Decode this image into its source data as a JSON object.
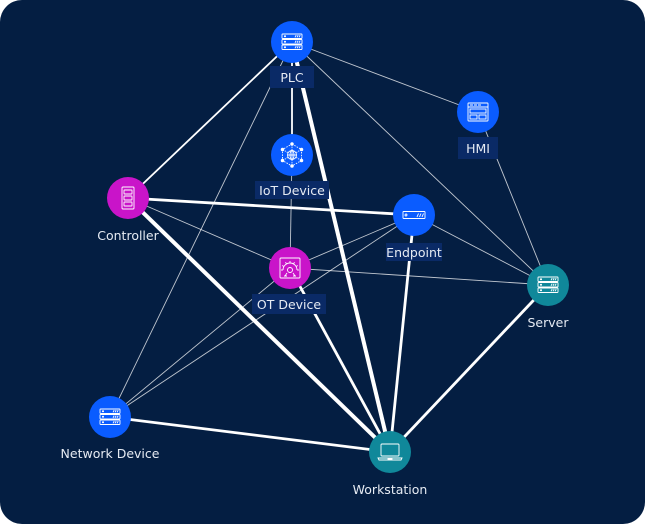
{
  "diagram": {
    "title": "Network topology graph",
    "colors": {
      "background": "#041e42",
      "label_box": "#0a2a66",
      "edge": "#ffffff",
      "blue": "#0a5cff",
      "magenta": "#c914c9",
      "teal": "#10889a"
    },
    "nodes": [
      {
        "id": "plc",
        "label": "PLC",
        "icon": "server-rack-icon",
        "color": "blue",
        "label_boxed": true
      },
      {
        "id": "hmi",
        "label": "HMI",
        "icon": "hmi-panel-icon",
        "color": "blue",
        "label_boxed": true
      },
      {
        "id": "iot",
        "label": "IoT Device",
        "icon": "iot-globe-icon",
        "color": "blue",
        "label_boxed": true
      },
      {
        "id": "controller",
        "label": "Controller",
        "icon": "controller-icon",
        "color": "magenta",
        "label_boxed": false
      },
      {
        "id": "endpoint",
        "label": "Endpoint",
        "icon": "endpoint-device-icon",
        "color": "blue",
        "label_boxed": true
      },
      {
        "id": "ot",
        "label": "OT Device",
        "icon": "ot-gear-icon",
        "color": "magenta",
        "label_boxed": true
      },
      {
        "id": "server",
        "label": "Server",
        "icon": "server-rack-icon",
        "color": "teal",
        "label_boxed": false
      },
      {
        "id": "network",
        "label": "Network Device",
        "icon": "server-rack-icon",
        "color": "blue",
        "label_boxed": false
      },
      {
        "id": "workstation",
        "label": "Workstation",
        "icon": "laptop-icon",
        "color": "teal",
        "label_boxed": false
      }
    ],
    "edges": [
      {
        "from": "plc",
        "to": "hmi",
        "weight": "thin"
      },
      {
        "from": "plc",
        "to": "server",
        "weight": "thin"
      },
      {
        "from": "plc",
        "to": "controller",
        "weight": "medium"
      },
      {
        "from": "plc",
        "to": "iot",
        "weight": "medium"
      },
      {
        "from": "plc",
        "to": "workstation",
        "weight": "thick"
      },
      {
        "from": "plc",
        "to": "network",
        "weight": "thin"
      },
      {
        "from": "hmi",
        "to": "server",
        "weight": "thin"
      },
      {
        "from": "iot",
        "to": "ot",
        "weight": "thin"
      },
      {
        "from": "controller",
        "to": "endpoint",
        "weight": "heavy"
      },
      {
        "from": "controller",
        "to": "ot",
        "weight": "thin"
      },
      {
        "from": "controller",
        "to": "workstation",
        "weight": "thick"
      },
      {
        "from": "endpoint",
        "to": "ot",
        "weight": "thin"
      },
      {
        "from": "endpoint",
        "to": "server",
        "weight": "thin"
      },
      {
        "from": "endpoint",
        "to": "workstation",
        "weight": "heavy"
      },
      {
        "from": "endpoint",
        "to": "network",
        "weight": "thin"
      },
      {
        "from": "ot",
        "to": "server",
        "weight": "thin"
      },
      {
        "from": "ot",
        "to": "network",
        "weight": "thin"
      },
      {
        "from": "ot",
        "to": "workstation",
        "weight": "heavy"
      },
      {
        "from": "server",
        "to": "workstation",
        "weight": "heavy"
      },
      {
        "from": "network",
        "to": "workstation",
        "weight": "heavy"
      }
    ]
  }
}
